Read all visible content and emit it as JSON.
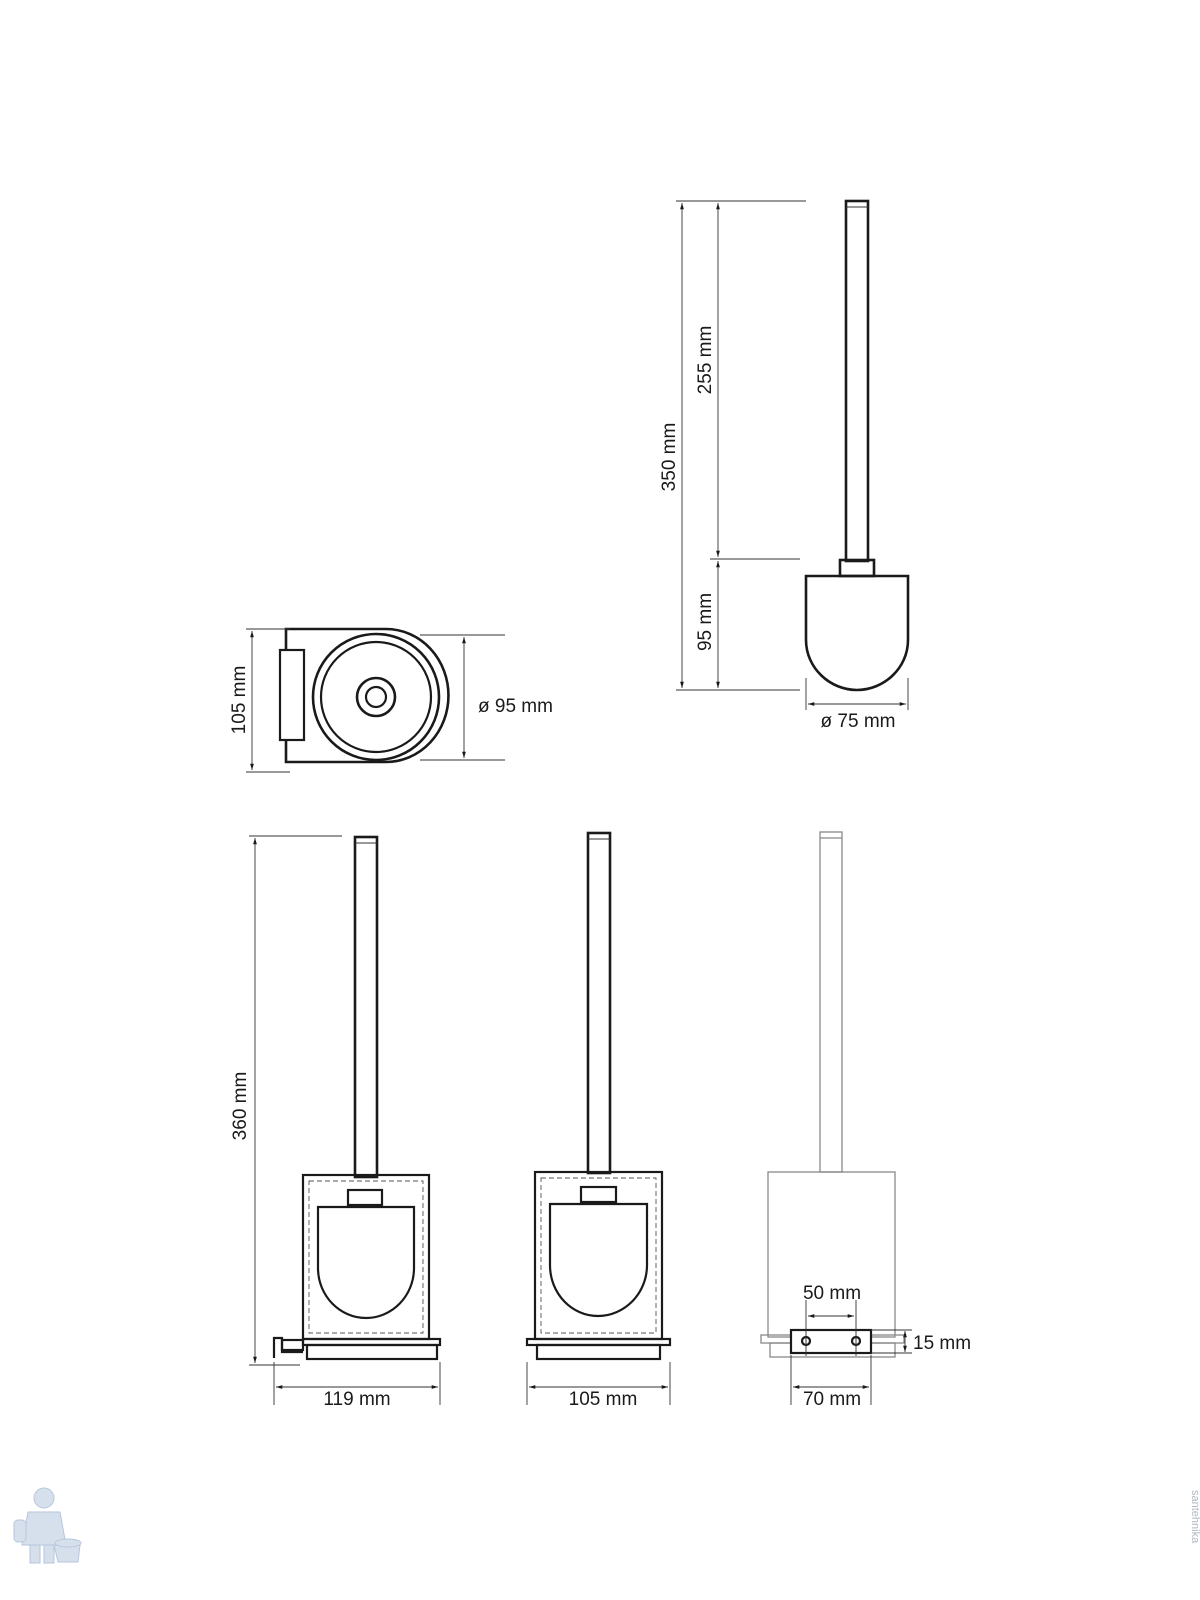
{
  "dimensions": {
    "brush_total_height": "350 mm",
    "brush_handle_length": "255 mm",
    "brush_head_height": "95 mm",
    "brush_head_diameter": "ø 75 mm",
    "top_view_depth": "105 mm",
    "top_view_diameter": "ø 95 mm",
    "overall_height": "360 mm",
    "side_view_depth": "119 mm",
    "front_view_width": "105 mm",
    "mount_hole_spacing": "50 mm",
    "mount_plate_height": "15 mm",
    "mount_plate_width": "70 mm"
  },
  "watermark": {
    "text": "santehnika",
    "icon": "plumber-mascot-icon"
  }
}
